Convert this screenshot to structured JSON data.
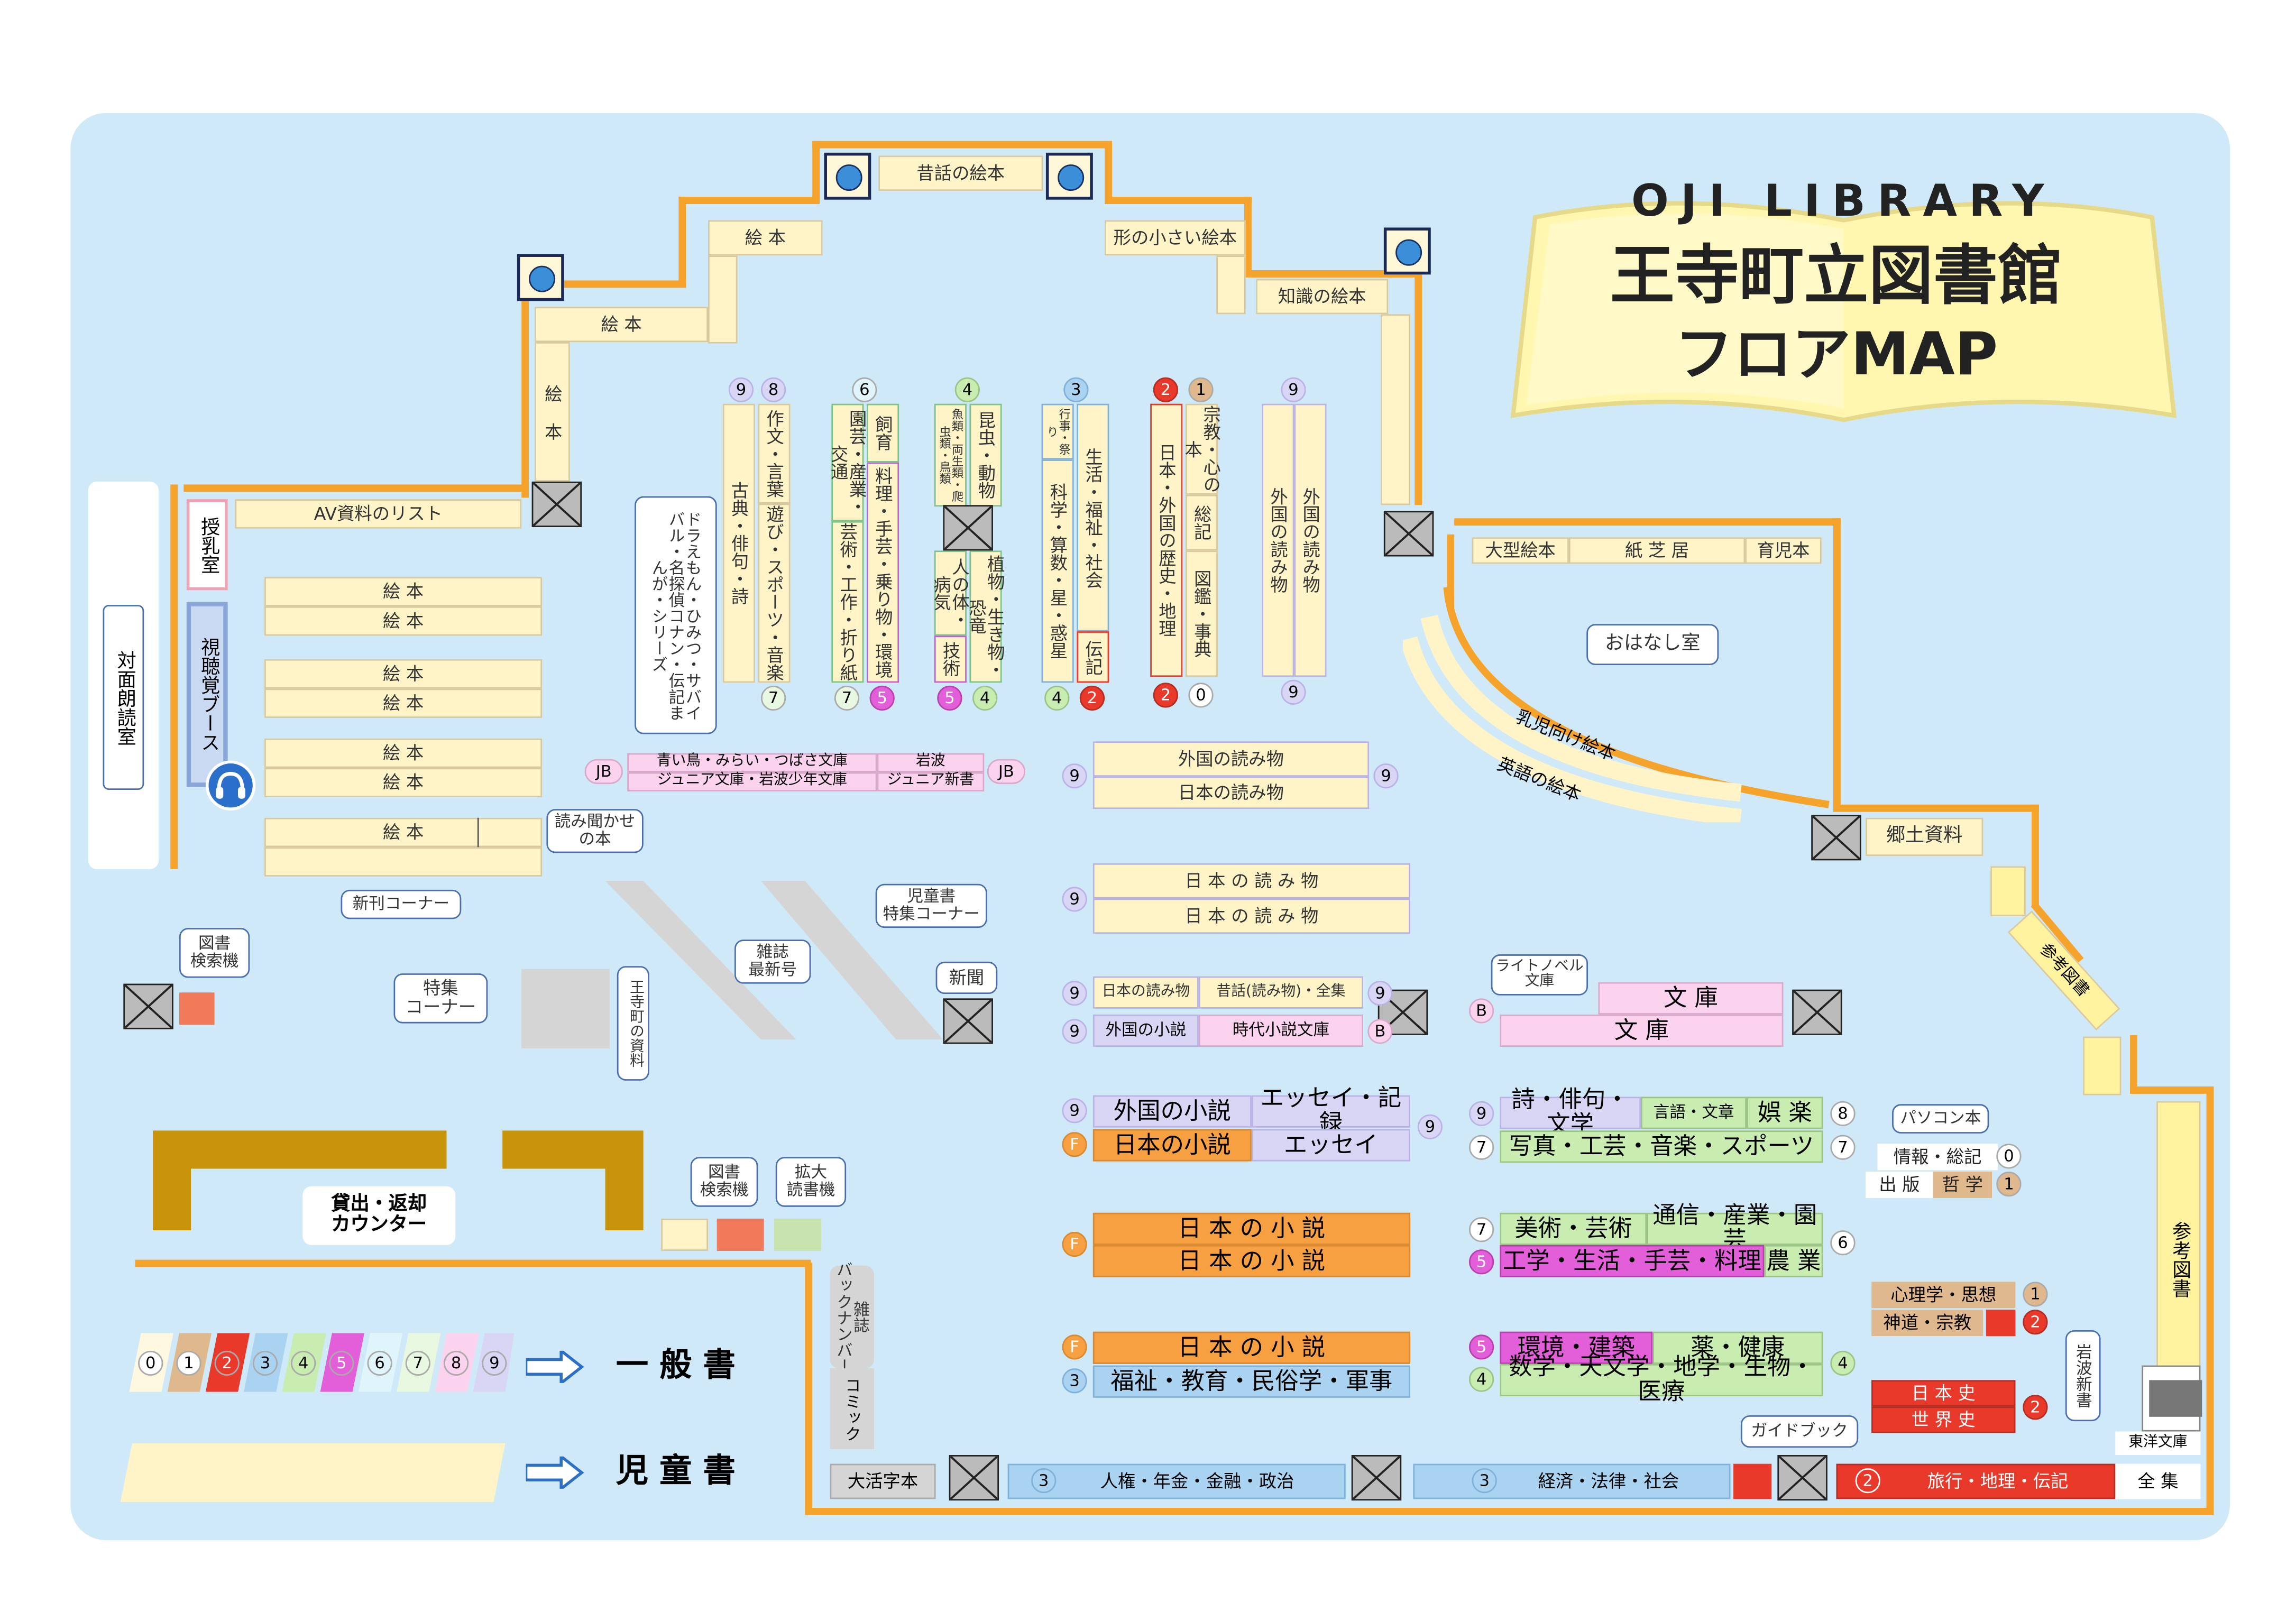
{
  "title": {
    "en": "OJI LIBRARY",
    "jp1": "王寺町立図書館",
    "jp2": "フロアMAP"
  },
  "colors": {
    "background": "#cfe9f8",
    "wall": "#f5a32b",
    "kids": "#fff3c8",
    "pink": "#fbd3ef",
    "lavender": "#d9d6f5",
    "orange": "#f7a042",
    "blue": "#a9d3f0",
    "green": "#c9edb0",
    "magenta": "#e25fd9",
    "red": "#e8392b"
  },
  "icons": {
    "search_terminal": "x-box-icon",
    "display_stand": "blue-circle-icon",
    "listening_booth": "headphones-icon"
  },
  "rooms": {
    "reading": "対面朗読室",
    "nursing": "授乳室",
    "av_booth": "視聴覚ブース",
    "storytelling": "おはなし室",
    "counter": "貸出・返却\nカウンター"
  },
  "kids": {
    "mukashi": "昔話の絵本",
    "ehon_a": "絵 本",
    "ehon_b": "絵 本",
    "ehon_c": "絵 本",
    "small": "形の小さい絵本",
    "chishiki": "知識の絵本",
    "av_list": "AV資料のリスト",
    "ehon_rows": [
      "絵 本",
      "絵 本",
      "絵 本",
      "絵 本",
      "絵 本",
      "絵 本",
      "絵 本"
    ],
    "ogata": "大型絵本",
    "kamishibai": "紙 芝 居",
    "ikuji": "育児本",
    "nyuji": "乳児向け絵本",
    "eigo": "英語の絵本"
  },
  "shelves": {
    "s1": [
      "古典・俳句・詩",
      "作文・言葉",
      "遊び・スポーツ・音楽"
    ],
    "s2": [
      "園芸・産業・交通",
      "飼育",
      "料理・手芸・乗り物・環境",
      "芸術・工作・折り紙"
    ],
    "s3": [
      "魚類・両生類・爬虫類・鳥類",
      "昆虫・動物",
      "人の体・病気",
      "技術",
      "植物・生き物・恐竜"
    ],
    "s4": [
      "行事・祭り",
      "生活・福祉・社会",
      "科学・算数・星・惑星"
    ],
    "s5": [
      "日本・外国の歴史・地理",
      "宗教・心の本",
      "総記",
      "図鑑・事典",
      "伝記"
    ],
    "s6": [
      "外国の読み物",
      "外国の読み物"
    ],
    "doraemon": "ドラえもん・ひみつ・サバイバル・名探偵コナン・伝記まんが・シリーズ"
  },
  "jb": {
    "left": "JB",
    "right": "JB",
    "row1a": "青い鳥・みらい・つばさ文庫",
    "row1b": "岩波",
    "row2a": "ジュニア文庫・岩波少年文庫",
    "row2b": "ジュニア新書"
  },
  "center": {
    "r1": "外国の読み物",
    "r2": "日本の読み物",
    "r3": "日 本 の 読 み 物",
    "r4": "日 本 の 読 み 物",
    "r5a": "日本の読み物",
    "r5b": "昔話(読み物)・全集",
    "r6a": "外国の小説",
    "r6b": "時代小説文庫",
    "r7a": "外国の小説",
    "r7b": "エッセイ・記録",
    "r8a": "日本の小説",
    "r8b": "エッセイ",
    "r9": "日 本 の 小 説",
    "r10": "日 本 の 小 説",
    "r11": "日 本 の 小 説",
    "r12": "福祉・教育・民俗学・軍事"
  },
  "right": {
    "bunko1": "文 庫",
    "bunko2": "文 庫",
    "ln": "ライトノベル\n文庫",
    "g1a": "詩・俳句・文学",
    "g1b": "言語・文章",
    "g1c": "娯 楽",
    "g2": "写真・工芸・音楽・スポーツ",
    "pc": "パソコン本",
    "j1": "情報・総記",
    "j2": "出 版",
    "j3": "哲 学",
    "a1a": "美術・芸術",
    "a1b": "通信・産業・園芸",
    "a2a": "工学・生活・手芸・料理",
    "a2b": "農 業",
    "p1": "心理学・思想",
    "p2": "神道・宗教",
    "e1a": "環境・建築",
    "e1b": "薬・健康",
    "e2": "数学・天文学・地学・生物・医療",
    "h1": "日 本 史",
    "h2": "世 界 史",
    "iwanami": "岩波新書",
    "toyo": "東洋文庫",
    "sanko": "参考図書",
    "kyodo": "郷土資料",
    "sanko2": "参考図書"
  },
  "bottom": {
    "katsuji": "大活字本",
    "jinken": "人権・年金・金融・政治",
    "keizai": "経済・法律・社会",
    "ryoko": "旅行・地理・伝記",
    "zenshu": "全 集",
    "guide": "ガイドブック",
    "back": "雑誌\nバックナンバー",
    "comic": "コミック"
  },
  "callouts": {
    "yomikikase": "読み聞かせ\nの本",
    "shinkan": "新刊コーナー",
    "jidosho": "児童書\n特集コーナー",
    "zasshi": "雑誌\n最新号",
    "shinbun": "新聞",
    "tokushu": "特集\nコーナー",
    "kensaku1": "図書\n検索機",
    "kensaku2": "図書\n検索機",
    "kakudai": "拡大\n読書機",
    "oji": "王寺町の資料"
  },
  "legend": {
    "digits": [
      "0",
      "1",
      "2",
      "3",
      "4",
      "5",
      "6",
      "7",
      "8",
      "9"
    ],
    "general": "一 般 書",
    "children": "児 童 書"
  },
  "markers": {
    "n9": "9",
    "n8": "8",
    "n7": "7",
    "n6": "6",
    "n5": "5",
    "n4": "4",
    "n3": "3",
    "n2": "2",
    "n1": "1",
    "n0": "0",
    "F": "F",
    "B": "B"
  }
}
